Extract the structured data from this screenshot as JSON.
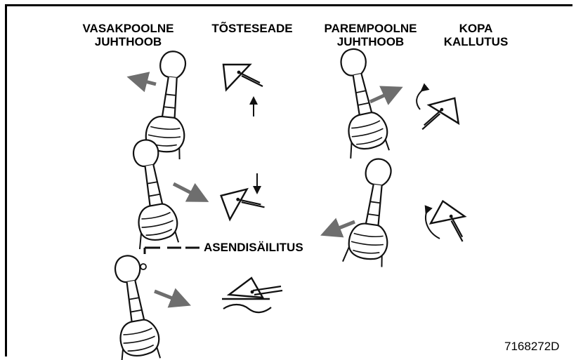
{
  "headers": {
    "left_lever": [
      "VASAKPOOLNE",
      "JUHTHOOB"
    ],
    "lift": [
      "TÕSTESEADE"
    ],
    "right_lever": [
      "PAREMPOOLNE",
      "JUHTHOOB"
    ],
    "bucket_tilt": [
      "KOPA",
      "KALLUTUS"
    ]
  },
  "callout_label": "ASENDISÄILITUS",
  "figure_code": "7168272D",
  "colors": {
    "line": "#111111",
    "arrow": "#6e6e6e",
    "fill": "#ffffff"
  }
}
